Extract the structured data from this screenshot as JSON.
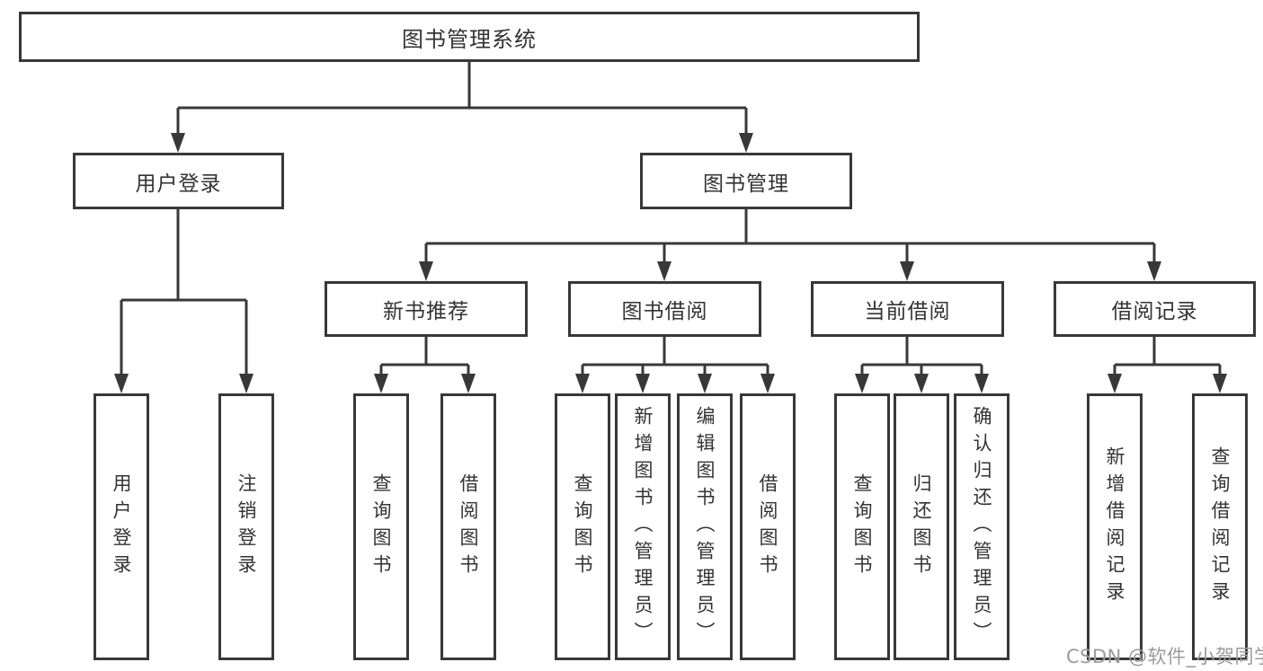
{
  "diagram": {
    "root": {
      "label": "图书管理系统"
    },
    "level2": [
      {
        "id": "user-login",
        "label": "用户登录"
      },
      {
        "id": "book-management",
        "label": "图书管理"
      }
    ],
    "level3": [
      {
        "id": "new-book-recommend",
        "parent": "图书管理",
        "label": "新书推荐"
      },
      {
        "id": "book-borrow",
        "parent": "图书管理",
        "label": "图书借阅"
      },
      {
        "id": "current-borrow",
        "parent": "图书管理",
        "label": "当前借阅"
      },
      {
        "id": "borrow-records",
        "parent": "图书管理",
        "label": "借阅记录"
      }
    ],
    "leaves": [
      {
        "parent": "用户登录",
        "label": "用户登录"
      },
      {
        "parent": "用户登录",
        "label": "注销登录"
      },
      {
        "parent": "新书推荐",
        "label": "查询图书"
      },
      {
        "parent": "新书推荐",
        "label": "借阅图书"
      },
      {
        "parent": "图书借阅",
        "label": "查询图书"
      },
      {
        "parent": "图书借阅",
        "label": "新增图书（管理员）"
      },
      {
        "parent": "图书借阅",
        "label": "编辑图书（管理员）"
      },
      {
        "parent": "图书借阅",
        "label": "借阅图书"
      },
      {
        "parent": "当前借阅",
        "label": "查询图书"
      },
      {
        "parent": "当前借阅",
        "label": "归还图书"
      },
      {
        "parent": "当前借阅",
        "label": "确认归还（管理员）"
      },
      {
        "parent": "借阅记录",
        "label": "新增借阅记录"
      },
      {
        "parent": "借阅记录",
        "label": "查询借阅记录"
      }
    ],
    "colors": {
      "line": "#383838",
      "text": "#333333",
      "box_background": "#ffffff"
    }
  },
  "watermark": {
    "text": "CSDN @软件_小贺同学",
    "color": "#9b9b9b"
  }
}
